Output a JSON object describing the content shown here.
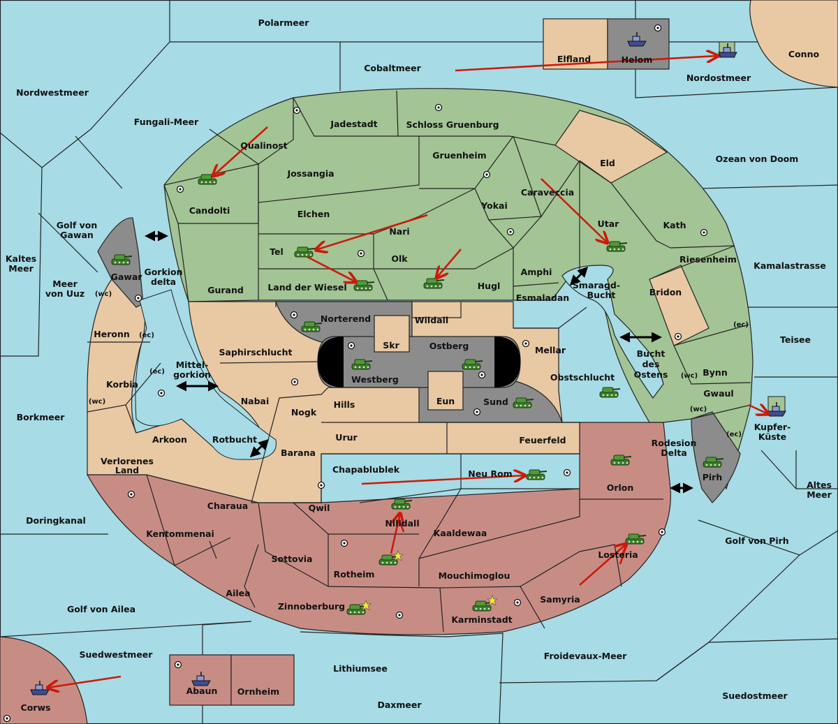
{
  "map": {
    "seas": {
      "polarmeer": "Polarmeer",
      "cobaltmeer": "Cobaltmeer",
      "nordwestmeer": "Nordwestmeer",
      "fungali": "Fungali-Meer",
      "nordostmeer": "Nordostmeer",
      "ozean": "Ozean von Doom",
      "kamalastrasse": "Kamalastrasse",
      "teisee": "Teisee",
      "altes1": "Altes",
      "altes2": "Meer",
      "kupfer1": "Kupfer-",
      "kupfer2": "Küste",
      "golf_pirh": "Golf von Pirh",
      "suedostmeer": "Suedostmeer",
      "froidevaux": "Froidevaux-Meer",
      "daxmeer": "Daxmeer",
      "lithiumsee": "Lithiumsee",
      "suedwestmeer": "Suedwestmeer",
      "golf_ailea": "Golf von Ailea",
      "doringkanal": "Doringkanal",
      "borkmeer": "Borkmeer",
      "kaltes1": "Kaltes",
      "kaltes2": "Meer",
      "golf_gawan1": "Golf von",
      "golf_gawan2": "Gawan",
      "meer_uuz1": "Meer",
      "meer_uuz2": "von Uuz",
      "gorkion1": "Gorkion",
      "gorkion2": "delta",
      "mittel1": "Mittel-",
      "mittel2": "gorkion",
      "rotbucht": "Rotbucht",
      "smaragd1": "Smaragd-",
      "smaragd2": "Bucht",
      "bucht1": "Bucht",
      "bucht2": "des",
      "bucht3": "Ostens",
      "rodesion1": "Rodesion",
      "rodesion2": "Delta"
    },
    "lands": {
      "conno": "Conno",
      "elfland": "Elfland",
      "helom": "Helom",
      "qualinost": "Qualinost",
      "jadestadt": "Jadestadt",
      "schloss": "Schloss Gruenburg",
      "eld": "Eld",
      "jossangia": "Jossangia",
      "gruenheim": "Gruenheim",
      "candolti": "Candolti",
      "caraveccia": "Caraveccia",
      "elchen": "Elchen",
      "yokai": "Yokai",
      "nari": "Nari",
      "utar": "Utar",
      "kath": "Kath",
      "tel": "Tel",
      "olk": "Olk",
      "riesenheim": "Riesenheim",
      "amphi": "Amphi",
      "gurand": "Gurand",
      "land_der_wiesel": "Land der Wiesel",
      "hugl": "Hugl",
      "esmaladan": "Esmaladan",
      "bridon": "Bridon",
      "gawar": "Gawar",
      "norterend": "Norterend",
      "wildall": "Wildall",
      "heronn": "Heronn",
      "saphirschlucht": "Saphirschlucht",
      "skr": "Skr",
      "ostberg": "Ostberg",
      "mellar": "Mellar",
      "westberg": "Westberg",
      "bynn": "Bynn",
      "korbia": "Korbia",
      "obstschlucht": "Obstschlucht",
      "gwaul": "Gwaul",
      "nabai": "Nabai",
      "hills": "Hills",
      "eun": "Eun",
      "sund": "Sund",
      "nogk": "Nogk",
      "arkoon": "Arkoon",
      "urur": "Urur",
      "feuerfeld": "Feuerfeld",
      "verlorenes1": "Verlorenes",
      "verlorenes2": "Land",
      "barana": "Barana",
      "chapablublek": "Chapablublek",
      "neu_rom": "Neu Rom",
      "orlon": "Orlon",
      "pirh": "Pirh",
      "charaua": "Charaua",
      "qwil": "Qwil",
      "nilldall": "Nilldall",
      "kentommenai": "Kentommenai",
      "kaaldewaa": "Kaaldewaa",
      "losteria": "Losteria",
      "sottovia": "Sottovia",
      "rotheim": "Rotheim",
      "mouchimoglou": "Mouchimoglou",
      "ailea": "Ailea",
      "samyria": "Samyria",
      "zinnoberburg": "Zinnoberburg",
      "karminstadt": "Karminstadt",
      "abaun": "Abaun",
      "ornheim": "Ornheim",
      "corws": "Corws"
    },
    "coasts": {
      "wc": "(wc)",
      "ec": "(ec)"
    },
    "colors": {
      "sea": "#a7dbe6",
      "green_power": "#a3c495",
      "tan_power": "#e8c9a3",
      "red_power": "#c78d85",
      "grey_power": "#8c8c8c",
      "order_arrow": "#cc1a0a"
    },
    "unit_icons": {
      "army": "tank-icon",
      "fleet": "ship-icon",
      "supply_center": "supply-center-icon",
      "star": "star-icon"
    }
  }
}
